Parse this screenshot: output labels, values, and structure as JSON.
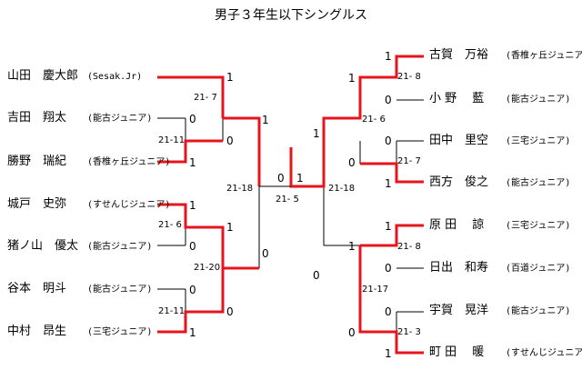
{
  "title": "男子３年生以下シングルス",
  "left_players": [
    {
      "name": "山田　慶大郎",
      "club": "(Sesak.Jr)"
    },
    {
      "name": "吉田　翔太",
      "club": "(能古ジュニア)"
    },
    {
      "name": "勝野　瑞紀",
      "club": "(香椎ヶ丘ジュニア)"
    },
    {
      "name": "城戸　史弥",
      "club": "(すせんじジュニア)"
    },
    {
      "name": "猪ノ山　優太",
      "club": "(能古ジュニア)"
    },
    {
      "name": "谷本　明斗",
      "club": "(能古ジュニア)"
    },
    {
      "name": "中村　昂生",
      "club": "(三宅ジュニア)"
    }
  ],
  "right_players": [
    {
      "name": "古賀　万裕",
      "club": "(香椎ヶ丘ジュニア)"
    },
    {
      "name": "小 野　 藍",
      "club": "(能古ジュニア)"
    },
    {
      "name": "田中　里空",
      "club": "(三宅ジュニア)"
    },
    {
      "name": "西方　俊之",
      "club": "(能古ジュニア)"
    },
    {
      "name": "原 田　 諒",
      "club": "(三宅ジュニア)"
    },
    {
      "name": "日出　和寿",
      "club": "(百道ジュニア)"
    },
    {
      "name": "宇賀　晃洋",
      "club": "(能古ジュニア)"
    },
    {
      "name": "町 田　 暖",
      "club": "(すせんじジュニア)"
    }
  ],
  "scores": {
    "l_r1_a": "21-11",
    "l_r1_b": "21- 6",
    "l_r1_c": "21-11",
    "l_r2_a": "21- 7",
    "l_r2_b": "21-20",
    "l_sf": "21-18",
    "final": "21- 5",
    "r_sf": "21-18",
    "r_r2_a": "21- 6",
    "r_r2_b": "21-17",
    "r_r1_a": "21- 8",
    "r_r1_b": "21- 7",
    "r_r1_c": "21- 8",
    "r_r1_d": "21- 3"
  },
  "results": {
    "l_p1": "1",
    "l_p2": "0",
    "l_p3": "1",
    "l_p4": "1",
    "l_p5": "0",
    "l_p6": "0",
    "l_p7": "1",
    "l_q1": "1",
    "l_q2": "0",
    "l_q3": "1",
    "l_q4": "0",
    "l_s1": "1",
    "l_s2": "0",
    "l_f": "0",
    "r_f": "1",
    "r_s1": "1",
    "r_s2": "0",
    "r_q1": "1",
    "r_q2": "0",
    "r_q3": "1",
    "r_q4": "0",
    "r_p1": "1",
    "r_p2": "0",
    "r_p3": "0",
    "r_p4": "1",
    "r_p5": "1",
    "r_p6": "0",
    "r_p7": "0",
    "r_p8": "1"
  },
  "colors": {
    "win_line": "#e8141b",
    "line": "#000000"
  }
}
